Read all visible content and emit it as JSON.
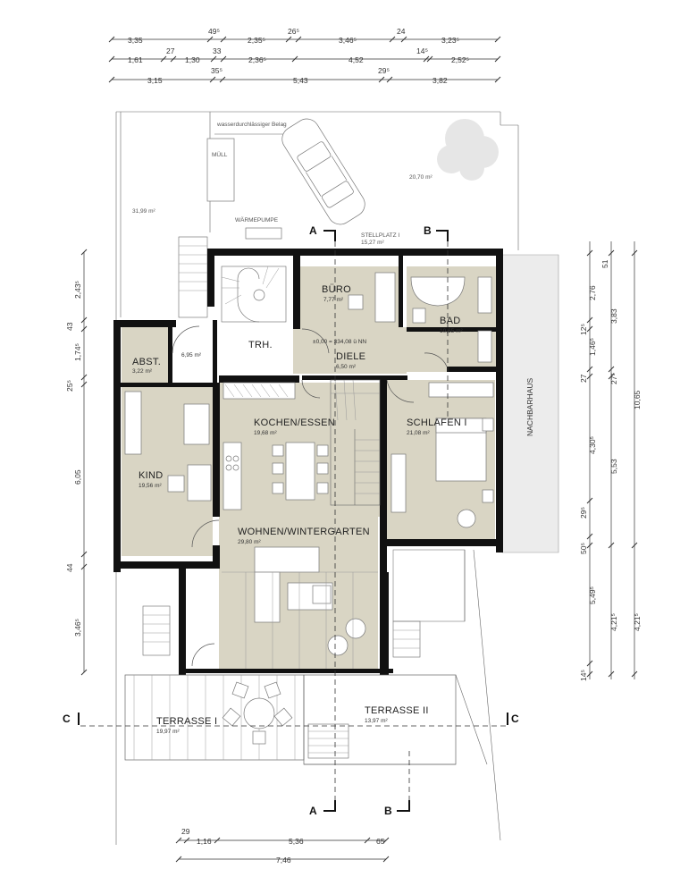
{
  "rooms": {
    "buero": {
      "name": "BÜRO",
      "area": "7,77 m²"
    },
    "bad": {
      "name": "BAD",
      "area": "10,65 m²"
    },
    "trh": {
      "name": "TRH.",
      "area": "6,95 m²"
    },
    "diele": {
      "name": "DIELE",
      "area": "6,50 m²",
      "level": "±0,00 = 334,08 ü NN"
    },
    "abst": {
      "name": "ABST.",
      "area": "3,22 m²"
    },
    "kochen": {
      "name": "KOCHEN/ESSEN",
      "area": "19,68 m²"
    },
    "schlafen": {
      "name": "SCHLAFEN I",
      "area": "21,08 m²"
    },
    "kind": {
      "name": "KIND",
      "area": "19,56 m²"
    },
    "wohnen": {
      "name": "WOHNEN/WINTERGARTEN",
      "area": "29,80 m²"
    },
    "terrasse1": {
      "name": "TERRASSE I",
      "area": "19,97 m²"
    },
    "terrasse2": {
      "name": "TERRASSE II",
      "area": "13,97 m²"
    }
  },
  "site": {
    "belag": "wasserdurchlässiger Belag",
    "muell": "MÜLL",
    "waermepumpe": "WÄRMEPUMPE",
    "stellplatz": "STELLPLATZ I",
    "stellplatz_area": "15,27 m²",
    "area_left": "31,99 m²",
    "area_right": "20,70 m²",
    "nachbarhaus": "NACHBARHAUS"
  },
  "sections": {
    "a": "A",
    "b": "B",
    "c": "C"
  },
  "dims_top": {
    "row1": [
      "3,35",
      "49⁵",
      "2,35⁵",
      "26⁵",
      "3,46⁵",
      "24",
      "3,23⁵"
    ],
    "row2": [
      "1,61",
      "27",
      "1,30",
      "33",
      "2,36⁵",
      "4,52",
      "14⁵",
      "2,52⁵"
    ],
    "row3": [
      "3,15",
      "35⁵",
      "5,43",
      "29⁵",
      "3,82"
    ]
  },
  "dims_left": [
    "2,43⁵",
    "43",
    "1,74⁵",
    "25⁵",
    "6,05",
    "44",
    "3,46⁵"
  ],
  "dims_right": {
    "col1": [
      "51",
      "2,76",
      "12⁵",
      "1,46⁵",
      "27",
      "4,30⁵",
      "29⁵",
      "50⁵",
      "5,49⁵",
      "14⁵"
    ],
    "col2": [
      "3,83",
      "27⁵",
      "5,53",
      "4,21⁵"
    ],
    "col3": [
      "10,65",
      "4,21⁵"
    ]
  },
  "dims_bottom": {
    "row1": [
      "29",
      "1,16",
      "5,36",
      "65"
    ],
    "row2": [
      "7,46"
    ]
  }
}
